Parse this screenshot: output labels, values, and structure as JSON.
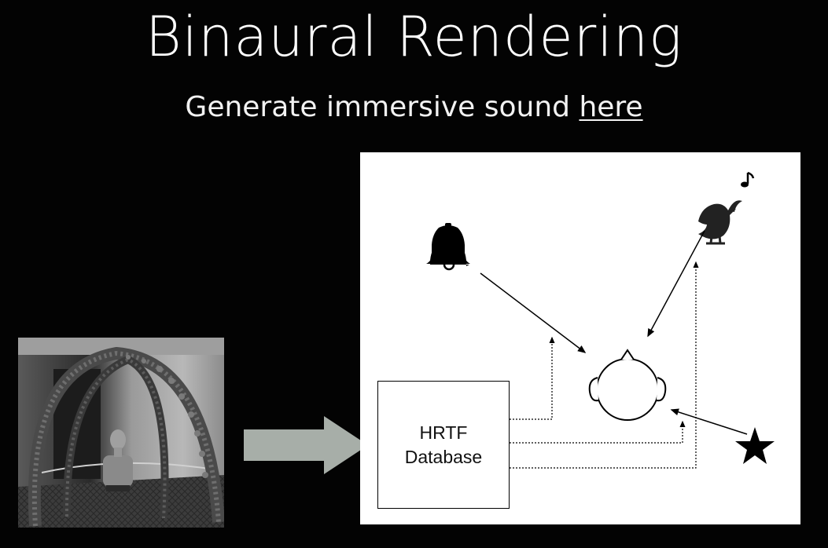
{
  "slide": {
    "title": "Binaural Rendering",
    "subtitle_prefix": "Generate immersive sound ",
    "subtitle_link": "here"
  },
  "photo": {
    "description_icon": "hrtf-measurement-rig-photo"
  },
  "diagram": {
    "database_line1": "HRTF",
    "database_line2": "Database",
    "icons": [
      "bell-icon",
      "bird-icon",
      "music-note-icon",
      "star-icon",
      "head-icon"
    ]
  },
  "colors": {
    "background": "#030303",
    "text": "#ffffff",
    "panel": "#ffffff",
    "arrow": "#a7aea8"
  }
}
